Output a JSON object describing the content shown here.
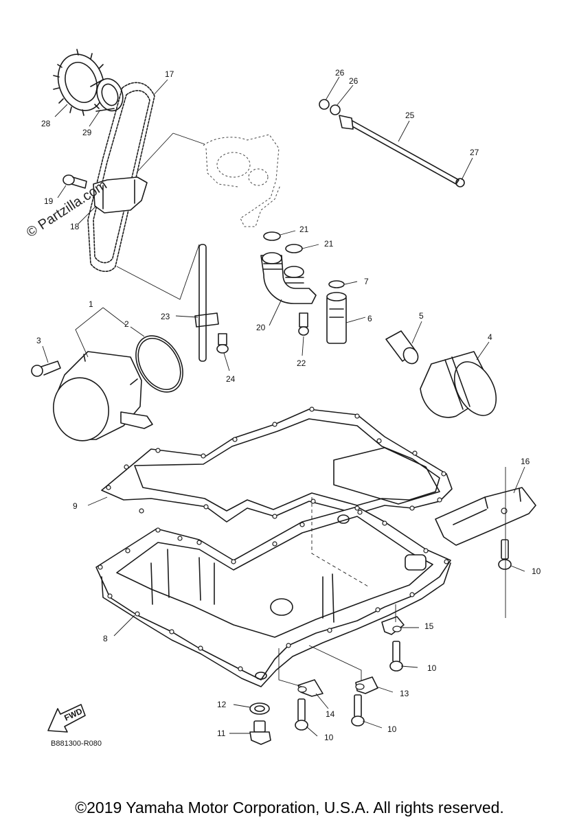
{
  "diagram_code": "B881300-R080",
  "watermark": "© Partzilla.com",
  "fwd_label": "FWD",
  "copyright": "©2019 Yamaha Motor Corporation, U.S.A. All rights reserved.",
  "callouts": [
    {
      "id": "c1",
      "label": "1"
    },
    {
      "id": "c2",
      "label": "2"
    },
    {
      "id": "c3",
      "label": "3"
    },
    {
      "id": "c4",
      "label": "4"
    },
    {
      "id": "c5",
      "label": "5"
    },
    {
      "id": "c6",
      "label": "6"
    },
    {
      "id": "c7",
      "label": "7"
    },
    {
      "id": "c8",
      "label": "8"
    },
    {
      "id": "c9",
      "label": "9"
    },
    {
      "id": "c10a",
      "label": "10"
    },
    {
      "id": "c10b",
      "label": "10"
    },
    {
      "id": "c10c",
      "label": "10"
    },
    {
      "id": "c10d",
      "label": "10"
    },
    {
      "id": "c11",
      "label": "11"
    },
    {
      "id": "c12",
      "label": "12"
    },
    {
      "id": "c13",
      "label": "13"
    },
    {
      "id": "c14",
      "label": "14"
    },
    {
      "id": "c15",
      "label": "15"
    },
    {
      "id": "c16",
      "label": "16"
    },
    {
      "id": "c17",
      "label": "17"
    },
    {
      "id": "c18",
      "label": "18"
    },
    {
      "id": "c19",
      "label": "19"
    },
    {
      "id": "c20",
      "label": "20"
    },
    {
      "id": "c21a",
      "label": "21"
    },
    {
      "id": "c21b",
      "label": "21"
    },
    {
      "id": "c22",
      "label": "22"
    },
    {
      "id": "c23",
      "label": "23"
    },
    {
      "id": "c24",
      "label": "24"
    },
    {
      "id": "c25",
      "label": "25"
    },
    {
      "id": "c26a",
      "label": "26"
    },
    {
      "id": "c26b",
      "label": "26"
    },
    {
      "id": "c27",
      "label": "27"
    },
    {
      "id": "c28",
      "label": "28"
    },
    {
      "id": "c29",
      "label": "29"
    }
  ]
}
